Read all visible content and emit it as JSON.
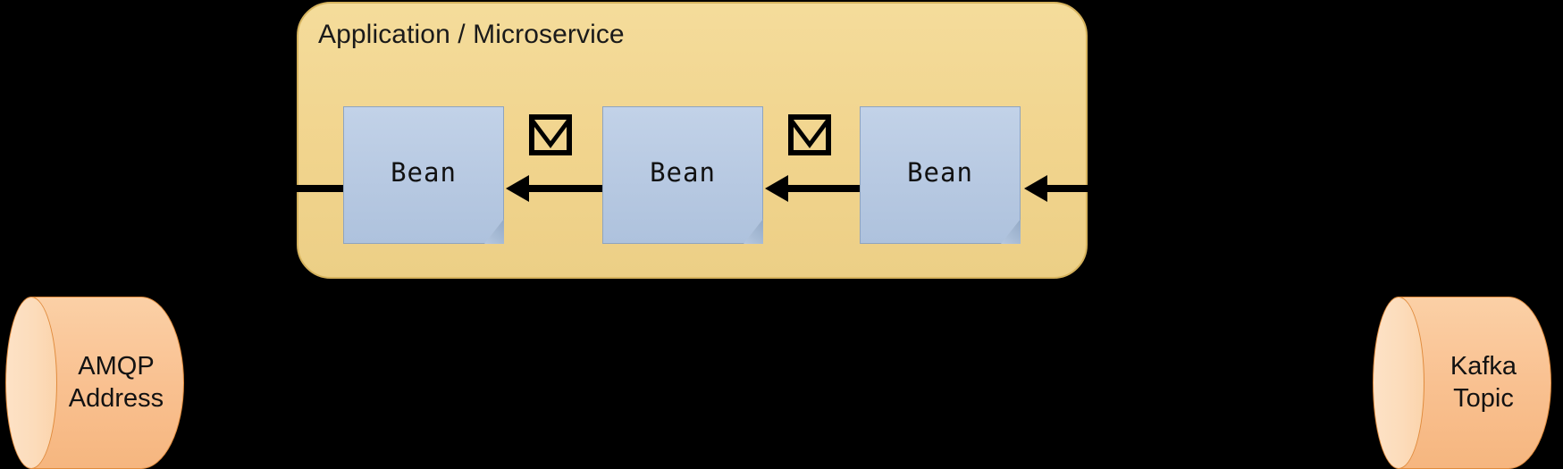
{
  "diagram": {
    "title": "Application / Microservice",
    "background_color": "#000000",
    "container": {
      "label": "Application / Microservice",
      "fill_color": "#f2d692",
      "border_color": "#d6b35d"
    },
    "beans": [
      {
        "label": "Bean",
        "fill_color": "#b8c9e2"
      },
      {
        "label": "Bean",
        "fill_color": "#b8c9e2"
      },
      {
        "label": "Bean",
        "fill_color": "#b8c9e2"
      }
    ],
    "message_icons": [
      {
        "name": "envelope-icon",
        "color": "#000000"
      },
      {
        "name": "envelope-icon",
        "color": "#000000"
      }
    ],
    "endpoints": [
      {
        "id": "amqp",
        "line1": "AMQP",
        "line2": "Address",
        "fill_color": "#f9c191",
        "border_color": "#e08b3d"
      },
      {
        "id": "kafka",
        "line1": "Kafka",
        "line2": "Topic",
        "fill_color": "#f9c191",
        "border_color": "#e08b3d"
      }
    ],
    "arrows": [
      {
        "name": "arrow-kafka-to-bean3",
        "direction": "left",
        "color": "#000000"
      },
      {
        "name": "arrow-bean3-to-bean2",
        "direction": "left",
        "color": "#000000"
      },
      {
        "name": "arrow-bean2-to-bean1",
        "direction": "left",
        "color": "#000000"
      },
      {
        "name": "arrow-bean1-to-amqp",
        "direction": "left",
        "color": "#000000"
      }
    ]
  }
}
